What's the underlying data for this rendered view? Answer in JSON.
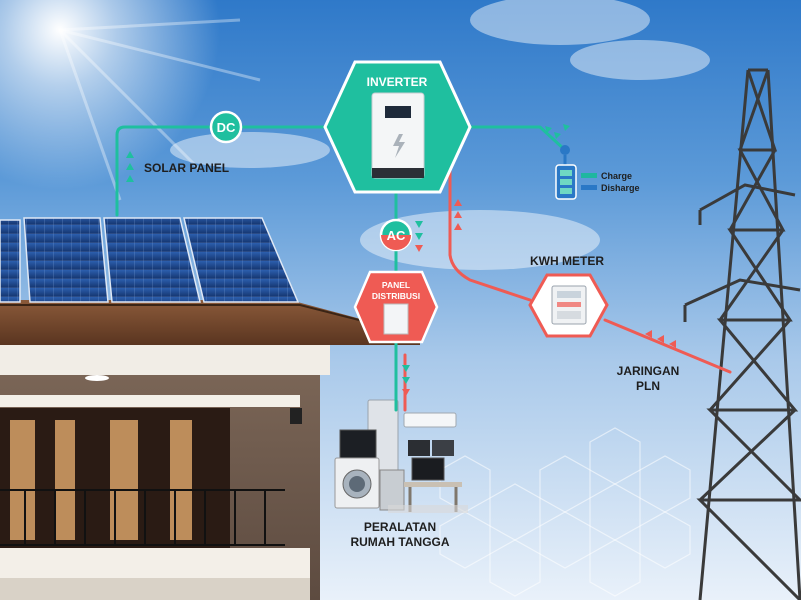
{
  "diagram": {
    "inverter_label": "INVERTER",
    "dc_label": "DC",
    "ac_label": "AC",
    "solar_panel_label": "SOLAR PANEL",
    "panel_distribusi_line1": "PANEL",
    "panel_distribusi_line2": "DISTRIBUSI",
    "kwh_meter_label": "KWH METER",
    "jaringan_line1": "JARINGAN",
    "jaringan_line2": "PLN",
    "peralatan_line1": "PERALATAN",
    "peralatan_line2": "RUMAH TANGGA",
    "battery_legend": [
      {
        "label": "Charge",
        "color": "#1fb7a0"
      },
      {
        "label": "Disharge",
        "color": "#2a78c6"
      }
    ],
    "colors": {
      "green": "#1fbf9f",
      "red": "#ef5b54",
      "sky_top": "#2f79c9"
    }
  }
}
